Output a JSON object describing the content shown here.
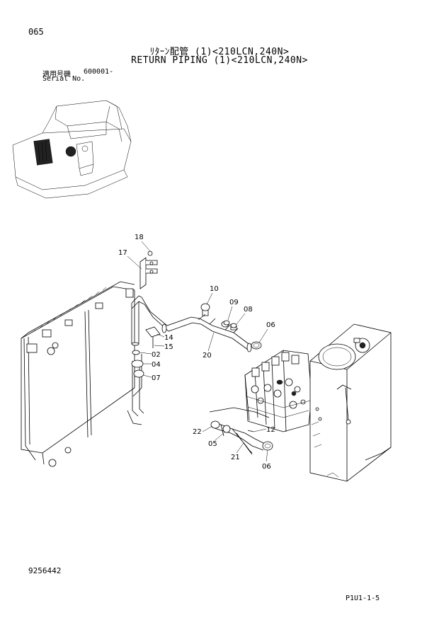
{
  "header": {
    "page_number": "065",
    "title_jp": "ﾘﾀｰﾝ配管 (1)<210LCN,240N>",
    "title_en": "RETURN PIPING (1)<210LCN,240N>",
    "serial_label_jp": "適用号機",
    "serial_value": "600001-",
    "serial_label_en": "Serial No."
  },
  "callouts": [
    {
      "id": "callout-18",
      "label": "18"
    },
    {
      "id": "callout-17",
      "label": "17"
    },
    {
      "id": "callout-10",
      "label": "10"
    },
    {
      "id": "callout-09",
      "label": "09"
    },
    {
      "id": "callout-08",
      "label": "08"
    },
    {
      "id": "callout-06-top",
      "label": "06"
    },
    {
      "id": "callout-14",
      "label": "14"
    },
    {
      "id": "callout-15",
      "label": "15"
    },
    {
      "id": "callout-20",
      "label": "20"
    },
    {
      "id": "callout-02",
      "label": "02"
    },
    {
      "id": "callout-04",
      "label": "04"
    },
    {
      "id": "callout-07",
      "label": "07"
    },
    {
      "id": "callout-12",
      "label": "12"
    },
    {
      "id": "callout-22",
      "label": "22"
    },
    {
      "id": "callout-05",
      "label": "05"
    },
    {
      "id": "callout-21",
      "label": "21"
    },
    {
      "id": "callout-06-bottom",
      "label": "06"
    }
  ],
  "footer": {
    "document_number": "9256442",
    "page_code": "P1U1-1-5"
  }
}
